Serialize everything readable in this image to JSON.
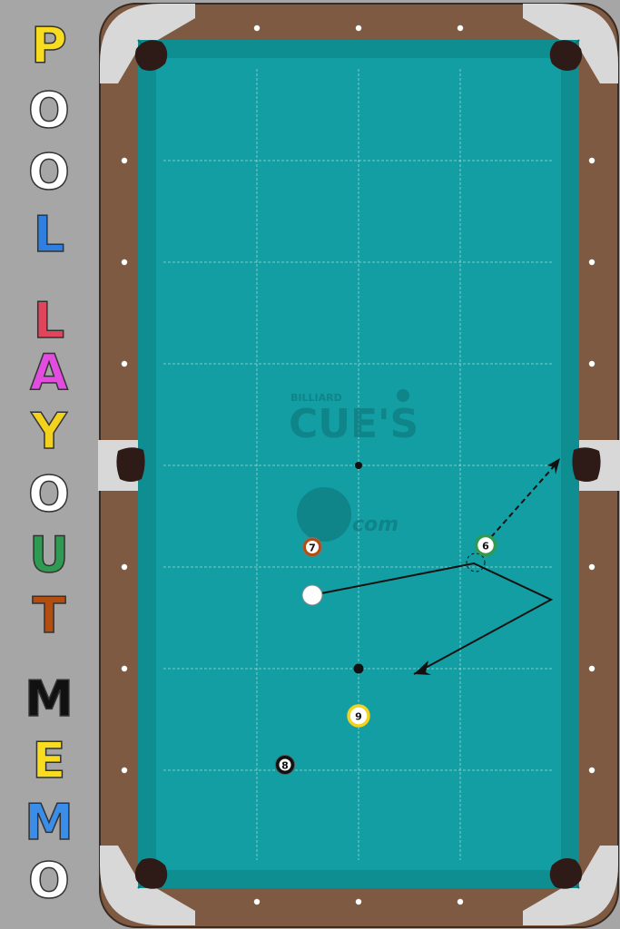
{
  "title": {
    "letters": [
      {
        "ch": "P",
        "color": "#f7dc20"
      },
      {
        "ch": "O",
        "color": "#ffffff"
      },
      {
        "ch": "O",
        "color": "#ffffff"
      },
      {
        "ch": "L",
        "color": "#2e7fe0"
      },
      {
        "ch": "L",
        "color": "#e0455c"
      },
      {
        "ch": "A",
        "color": "#e24de0"
      },
      {
        "ch": "Y",
        "color": "#f2d21c"
      },
      {
        "ch": "O",
        "color": "#ffffff"
      },
      {
        "ch": "U",
        "color": "#2f9a52"
      },
      {
        "ch": "T",
        "color": "#b34d10"
      },
      {
        "ch": "M",
        "color": "#111111"
      },
      {
        "ch": "E",
        "color": "#f7dc20"
      },
      {
        "ch": "M",
        "color": "#3a8de8"
      },
      {
        "ch": "O",
        "color": "#ffffff"
      }
    ]
  },
  "watermark": {
    "small": "BILLIARD",
    "big": "CUE'S",
    "suffix": "com"
  },
  "balls": {
    "six": {
      "label": "6",
      "color": "#2f9a52"
    },
    "seven": {
      "label": "7",
      "color": "#b34d10"
    },
    "eight": {
      "label": "8",
      "color": "#111111"
    },
    "nine": {
      "label": "9",
      "color": "#f2d21c"
    }
  },
  "colors": {
    "felt": "#139ea3",
    "rail": "#7e5a42",
    "corner": "#d8d8d8",
    "pocket": "#2e1b18"
  }
}
